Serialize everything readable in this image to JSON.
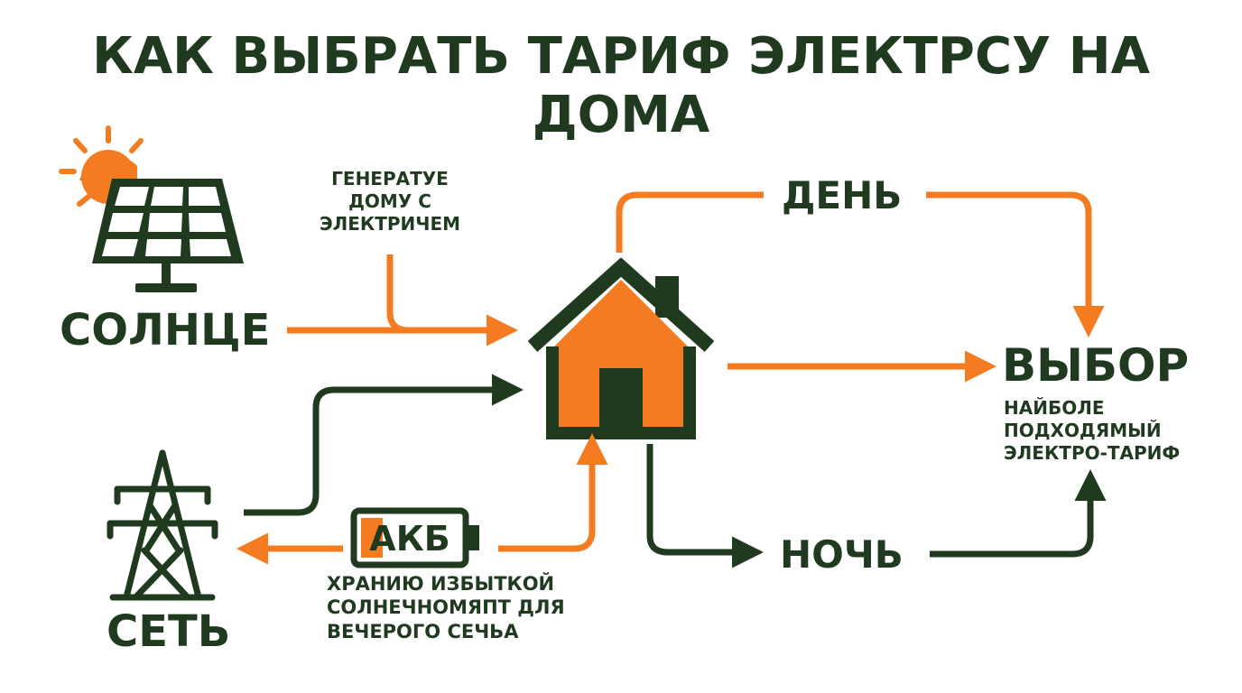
{
  "title": "КАК ВЫБРАТЬ ТАРИФ ЭЛЕКТРСУ НА ДОМА",
  "nodes": {
    "sun": {
      "label": "СОЛНЦЕ"
    },
    "grid": {
      "label": "СЕТЬ"
    },
    "battery": {
      "label": "АКБ",
      "caption": [
        "ХРАНИЮ ИЗБЫТКОЙ",
        "СОЛНЕЧНОМЯПТ ДЛЯ",
        "ВЕЧЕРОГО СЕЧЬА"
      ]
    },
    "choice": {
      "label": "ВЫБОР",
      "caption": [
        "НАЙБОЛЕ",
        "ПОДХОДЯМЫЙ",
        "ЭЛЕКТРО-ТАРИФ"
      ]
    }
  },
  "edges": {
    "generation_note": [
      "ГЕНЕРАТУЕ",
      "ДОМУ С",
      "ЭЛЕКТРИЧЕМ"
    ],
    "day": "ДЕНЬ",
    "night": "НОЧЬ"
  },
  "colors": {
    "dark_green": "#1f3a1f",
    "orange": "#f47b20",
    "background": "#ffffff"
  },
  "icons": [
    "sun-icon",
    "solar-panel-icon",
    "house-icon",
    "power-tower-icon",
    "battery-icon"
  ]
}
